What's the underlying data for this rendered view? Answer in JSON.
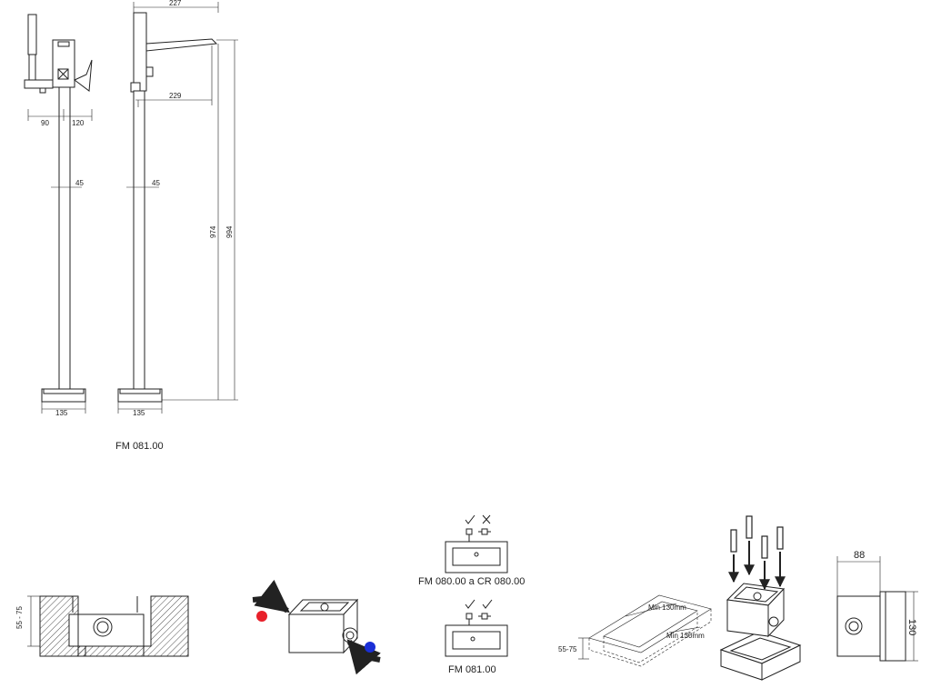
{
  "labels": {
    "model": "FM 081.00",
    "variant_a": "FM 080.00 a CR 080.00",
    "variant_b": "FM 081.00",
    "min_a": "Min 130mm",
    "min_b": "Min 130mm"
  },
  "dimensions": {
    "top_width": "227",
    "spout_reach": "229",
    "handshower_offset": "90",
    "body_depth": "120",
    "tube_left": "45",
    "tube_right": "45",
    "height_spout": "974",
    "height_total": "994",
    "base_left": "135",
    "base_right": "135",
    "box_depth": "55 - 75",
    "recess_depth": "55-75",
    "box_width": "88",
    "box_height": "130"
  },
  "icons": {
    "variant_a_marks": [
      "check-icon",
      "cross-icon"
    ],
    "variant_b_marks": [
      "check-icon",
      "check-icon"
    ]
  },
  "colors": {
    "hot": "#e8202a",
    "cold": "#1a2fd6",
    "line": "#222222"
  }
}
